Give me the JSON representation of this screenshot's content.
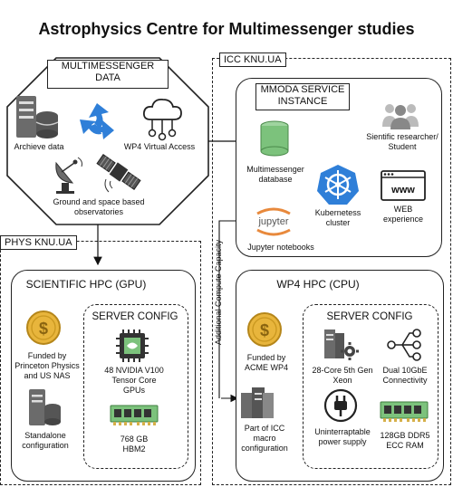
{
  "title": "Astrophysics Centre for Multimessenger studies",
  "multimessenger": {
    "label_line1": "MULTIMESSENGER",
    "label_line2": "DATA",
    "archive": "Archieve data",
    "wp4_access": "WP4 Virtual Access",
    "observatories_line1": "Ground and space based",
    "observatories_line2": "observatories"
  },
  "icc_region": {
    "tag": "ICC KNU.UA"
  },
  "phys_region": {
    "tag": "PHYS KNU.UA"
  },
  "mmoda": {
    "label_line1": "MMODA SERVICE",
    "label_line2": "INSTANCE",
    "researcher_line1": "Sientific researcher/",
    "researcher_line2": "Student",
    "db_line1": "Multimessenger",
    "db_line2": "database",
    "k8s_line1": "Kubernetess",
    "k8s_line2": "cluster",
    "web_line1": "WEB",
    "web_line2": "experience",
    "www": "www",
    "jupyter_logo": "jupyter",
    "jupyter_label": "Jupyter notebooks"
  },
  "additional_compute": "Additional Compute Capacity",
  "sci_hpc": {
    "title": "SCIENTIFIC HPC (GPU)",
    "funded_line1": "Funded by",
    "funded_line2": "Princeton Physics",
    "funded_line3": "and US NAS",
    "standalone_line1": "Standalone",
    "standalone_line2": "configuration",
    "server_config": "SERVER CONFIG",
    "gpu_line1": "48 NVIDIA V100",
    "gpu_line2": "Tensor Core",
    "gpu_line3": "GPUs",
    "mem_line1": "768 GB",
    "mem_line2": "HBM2"
  },
  "wp4_hpc": {
    "title": "WP4 HPC (CPU)",
    "funded_line1": "Funded by",
    "funded_line2": "ACME WP4",
    "icc_line1": "Part of ICC",
    "icc_line2": "macro",
    "icc_line3": "configuration",
    "server_config": "SERVER CONFIG",
    "cpu_line1": "28-Core 5th Gen",
    "cpu_line2": "Xeon",
    "net_line1": "Dual 10GbE",
    "net_line2": "Connectivity",
    "ups_line1": "Uninterraptable",
    "ups_line2": "power supply",
    "ram_line1": "128GB DDR5",
    "ram_line2": "ECC RAM"
  },
  "colors": {
    "gold": "#E8B53C",
    "green": "#7CC27C",
    "blue": "#2F7FD8",
    "gray": "#6B6B6B"
  }
}
